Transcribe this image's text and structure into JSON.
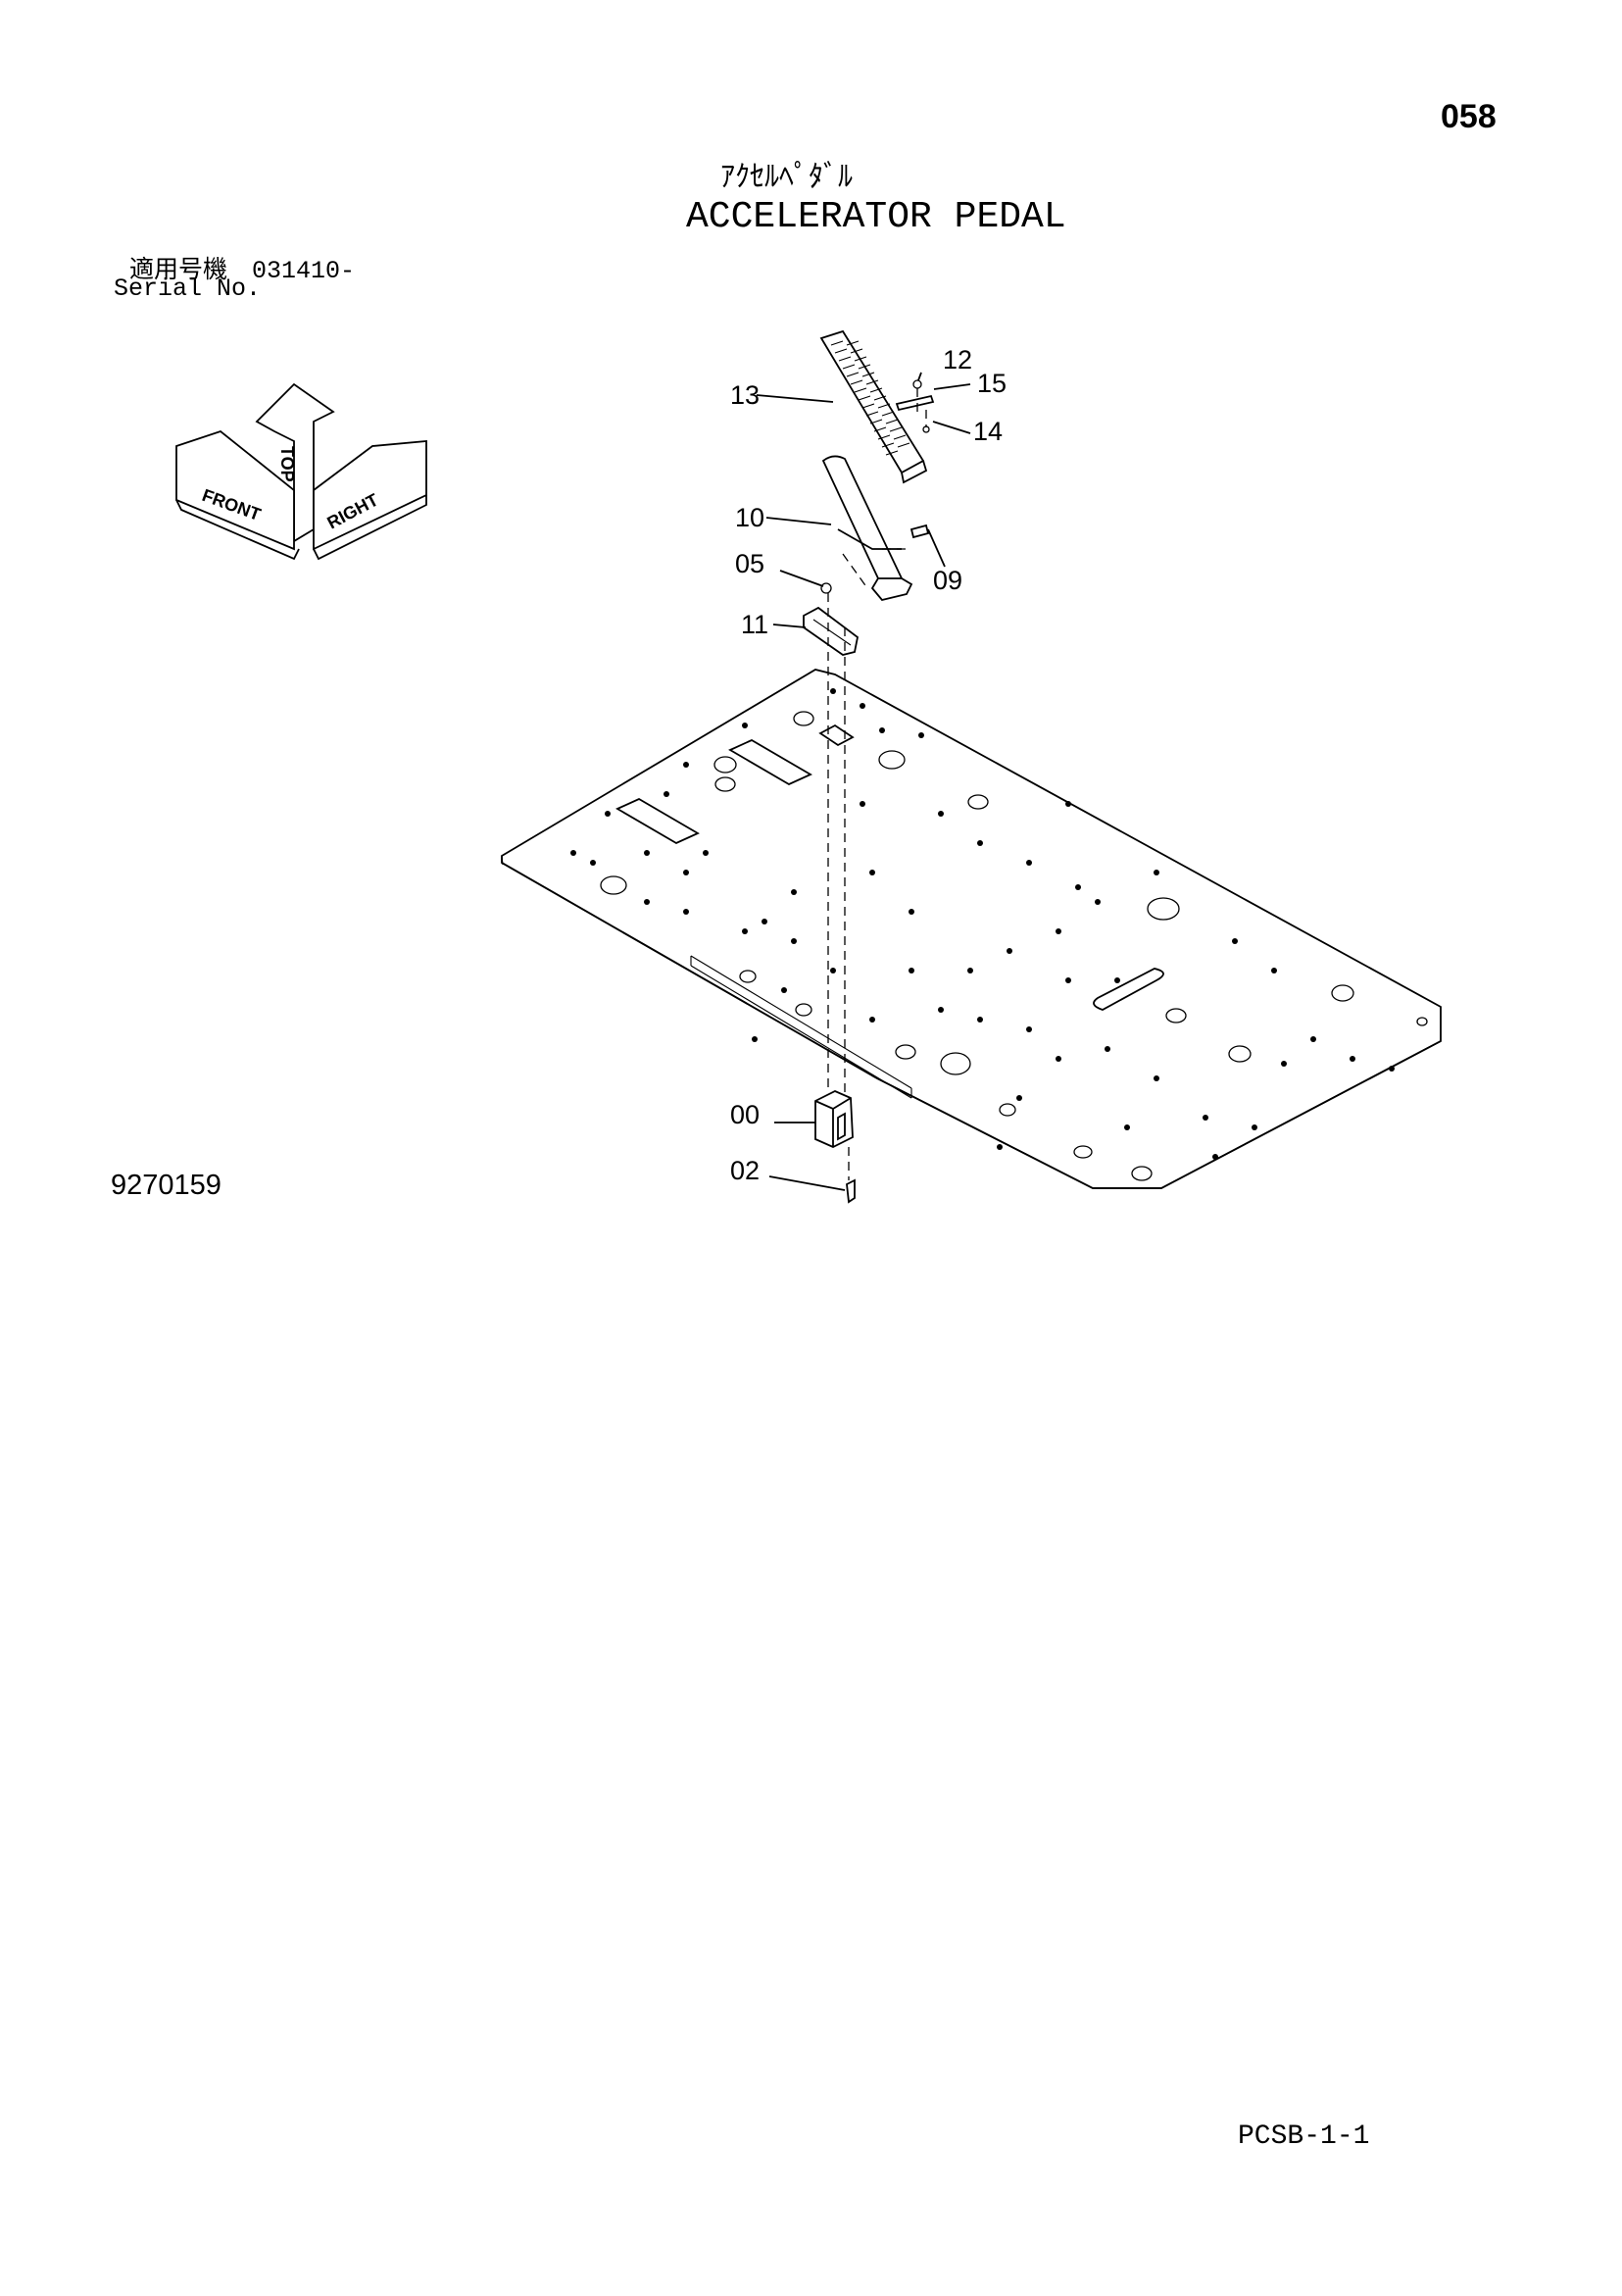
{
  "header": {
    "page_number": "058",
    "title_jp": "ｱｸｾﾙﾍﾟﾀﾞﾙ",
    "title_en": "ACCELERATOR PEDAL",
    "serial_jp": "適用号機　031410-",
    "serial_label": "Serial No."
  },
  "orientation": {
    "top": "TOP",
    "front": "FRONT",
    "right": "RIGHT"
  },
  "callouts": {
    "c12": "12",
    "c15": "15",
    "c13": "13",
    "c14": "14",
    "c10": "10",
    "c05": "05",
    "c09": "09",
    "c11": "11",
    "c00": "00",
    "c02": "02"
  },
  "footer": {
    "drawing_number": "9270159",
    "page_code": "PCSB-1-1"
  }
}
